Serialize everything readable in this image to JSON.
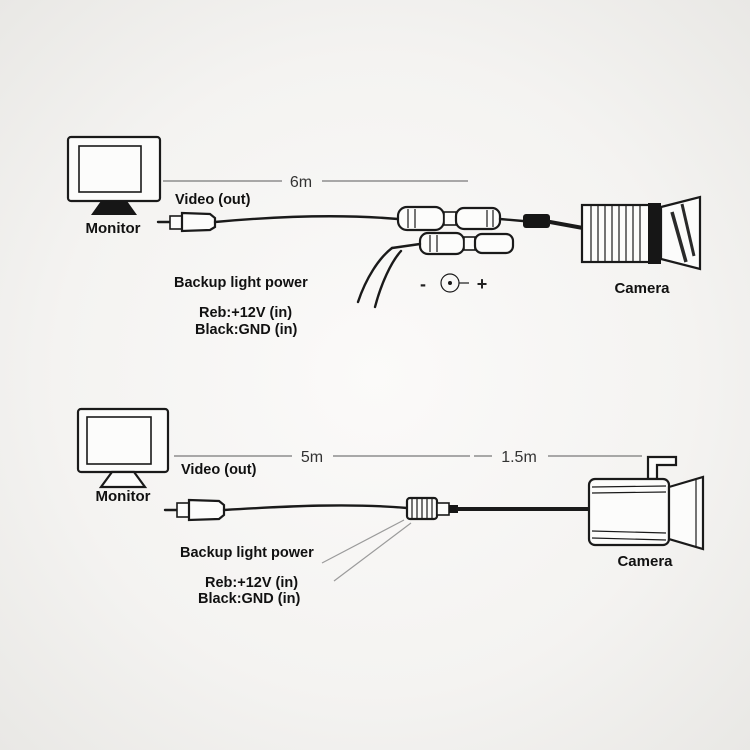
{
  "top_diagram": {
    "monitor_label": "Monitor",
    "video_out": "Video (out)",
    "cable_length": "6m",
    "backup_power_title": "Backup light power",
    "power_red": "Reb:+12V (in)",
    "power_black": "Black:GND (in)",
    "polarity_minus": "-",
    "polarity_plus": "+",
    "camera_label": "Camera"
  },
  "bottom_diagram": {
    "monitor_label": "Monitor",
    "video_out": "Video (out)",
    "cable_length_main": "5m",
    "cable_length_extension": "1.5m",
    "backup_power_title": "Backup light power",
    "power_red": "Reb:+12V (in)",
    "power_black": "Black:GND (in)",
    "camera_label": "Camera"
  },
  "colors": {
    "line": "#1a1a1a",
    "background": "#f4f3f1",
    "dimension_line": "#8d8d8d"
  }
}
